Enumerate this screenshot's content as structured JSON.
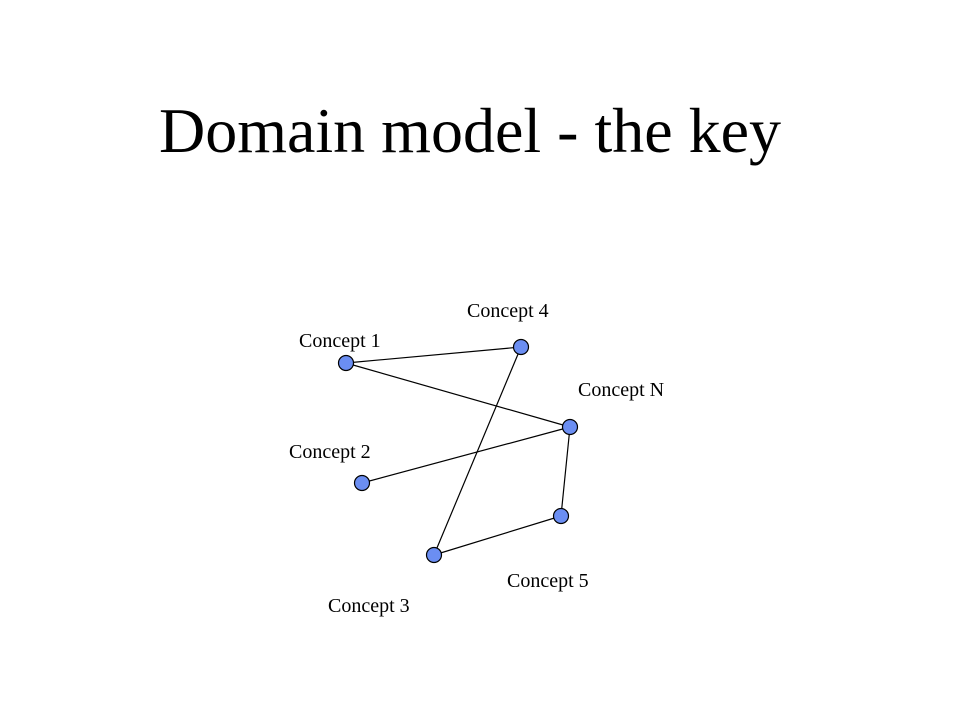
{
  "slide": {
    "title": "Domain model - the key"
  },
  "diagram": {
    "node_color": "#6b8ef2",
    "nodes": [
      {
        "id": "c1",
        "label": "Concept 1"
      },
      {
        "id": "c4",
        "label": "Concept 4"
      },
      {
        "id": "cn",
        "label": "Concept N"
      },
      {
        "id": "c2",
        "label": "Concept 2"
      },
      {
        "id": "c5",
        "label": "Concept 5"
      },
      {
        "id": "c3",
        "label": "Concept 3"
      }
    ],
    "edges": [
      [
        "c1",
        "c4"
      ],
      [
        "c1",
        "cn"
      ],
      [
        "c4",
        "c3"
      ],
      [
        "c2",
        "cn"
      ],
      [
        "cn",
        "c5"
      ],
      [
        "c5",
        "c3"
      ]
    ]
  }
}
